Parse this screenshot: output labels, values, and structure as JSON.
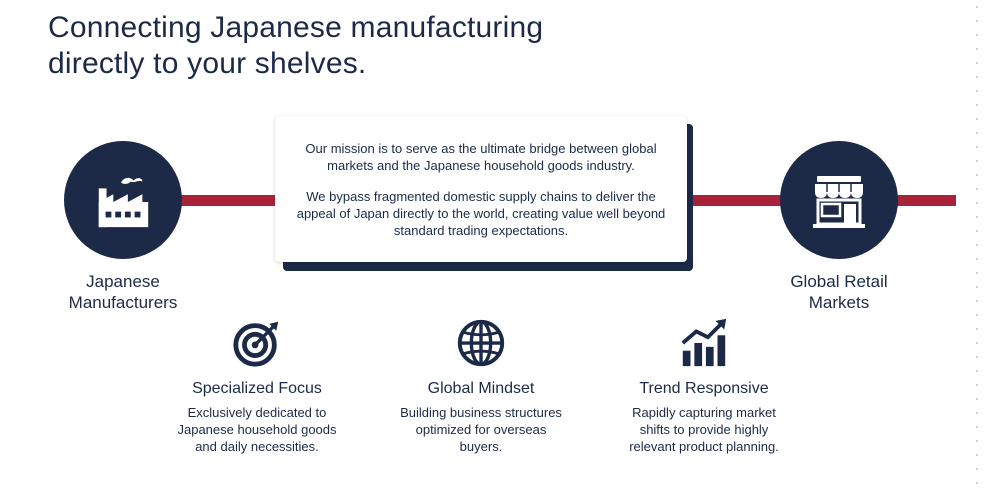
{
  "headline": {
    "line1": "Connecting Japanese manufacturing",
    "line2": "directly to your shelves."
  },
  "colors": {
    "navy": "#1c2a48",
    "accent_red": "#a8223a"
  },
  "nodes": {
    "manufacturer": {
      "icon": "factory-icon",
      "label_line1": "Japanese",
      "label_line2": "Manufacturers"
    },
    "retail": {
      "icon": "storefront-icon",
      "label_line1": "Global Retail",
      "label_line2": "Markets"
    }
  },
  "mission": {
    "paragraph1": "Our mission is to serve as the ultimate bridge between global markets and the Japanese household goods industry.",
    "paragraph2": "We bypass fragmented domestic supply chains to deliver the appeal of Japan directly to the world, creating value well beyond standard trading expectations."
  },
  "features": [
    {
      "icon": "target-icon",
      "title": "Specialized Focus",
      "desc_lines": [
        "Exclusively dedicated to",
        "Japanese household goods",
        "and daily necessities."
      ]
    },
    {
      "icon": "globe-icon",
      "title": "Global Mindset",
      "desc_lines": [
        "Building business structures",
        "optimized for overseas",
        "buyers."
      ]
    },
    {
      "icon": "trend-chart-icon",
      "title": "Trend Responsive",
      "desc_lines": [
        "Rapidly capturing market",
        "shifts to provide highly",
        "relevant product planning."
      ]
    }
  ]
}
